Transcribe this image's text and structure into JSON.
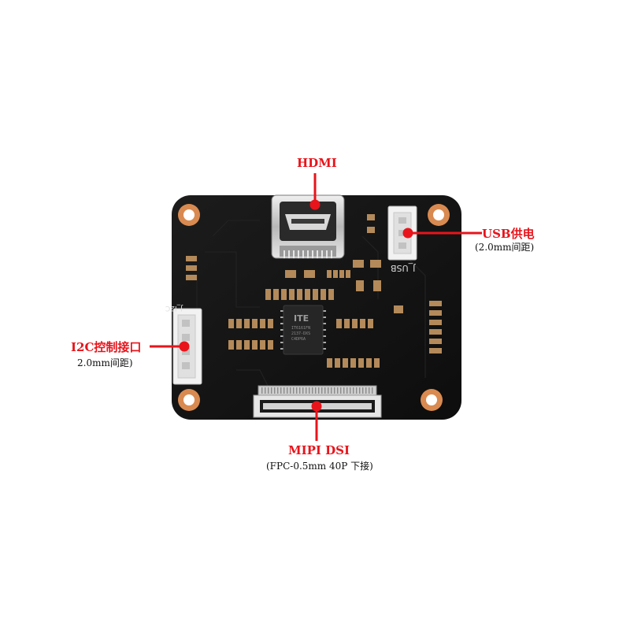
{
  "board": {
    "chip_brand": "ITE",
    "chip_lines": [
      "IT6161FN",
      "2137-DXS",
      "C4DP6A"
    ],
    "silkscreen_usb": "J_USB",
    "silkscreen_i2c": "J_I2C"
  },
  "callouts": {
    "hdmi": {
      "title": "HDMI"
    },
    "usb": {
      "title": "USB供电",
      "sub": "(2.0mm间距)"
    },
    "i2c": {
      "title": "I2C控制接口",
      "sub": "2.0mm间距)"
    },
    "mipi": {
      "title": "MIPI DSI",
      "sub": "(FPC-0.5mm 40P 下接)"
    }
  },
  "colors": {
    "accent_red": "#e8141b",
    "board_black": "#141414",
    "pad_copper": "#d98a50"
  }
}
